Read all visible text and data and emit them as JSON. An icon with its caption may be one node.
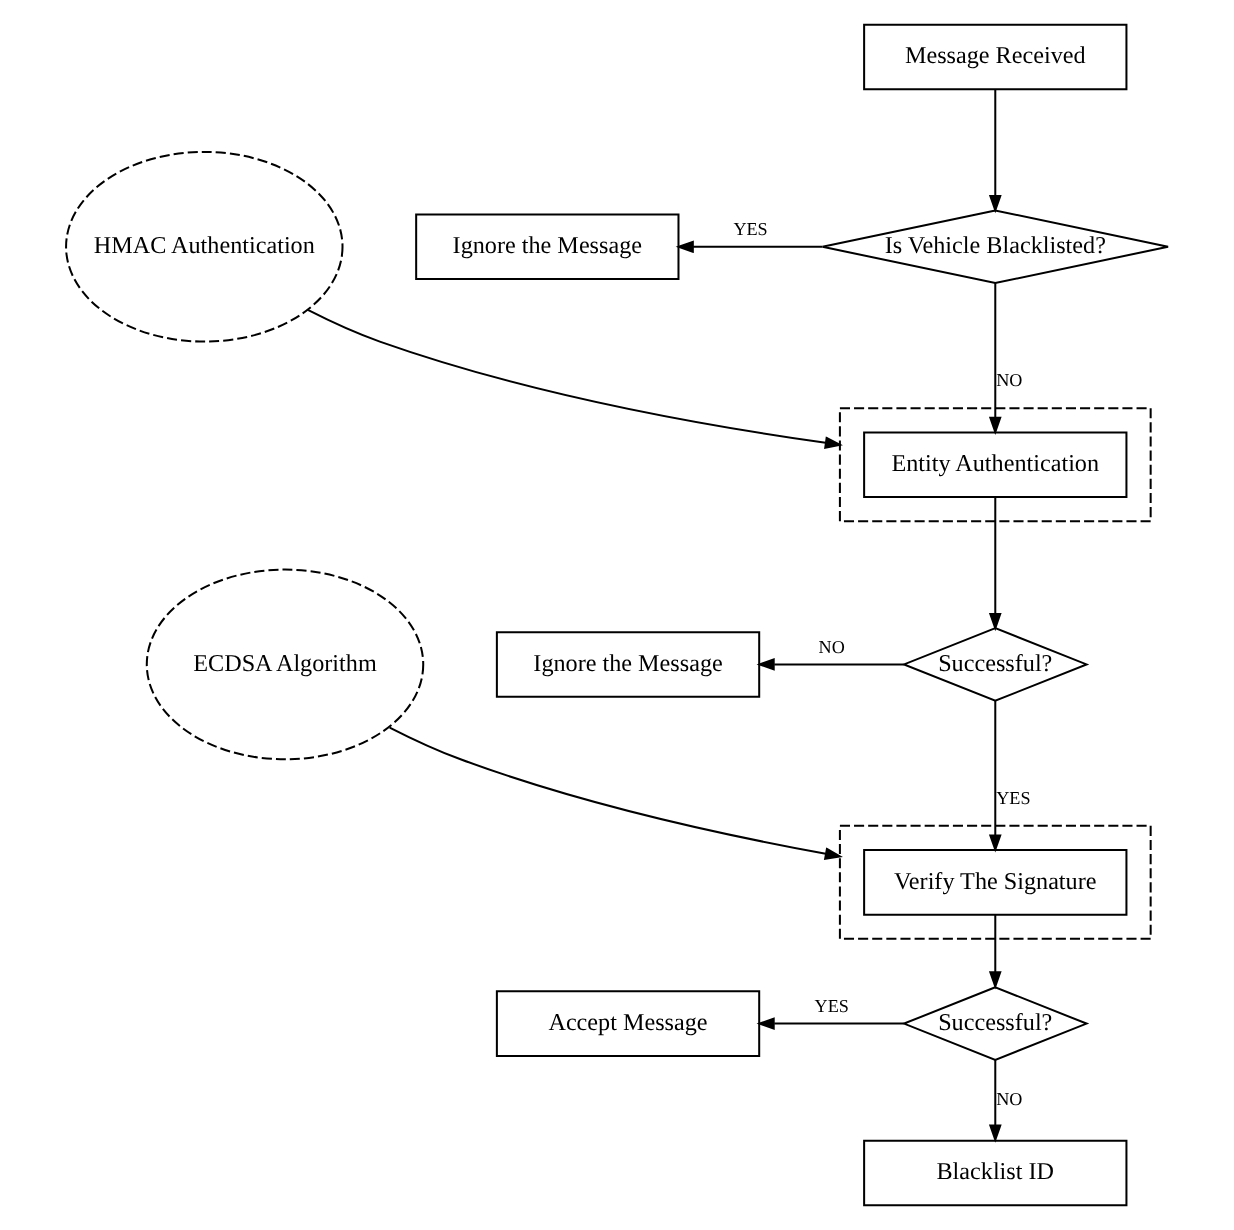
{
  "diagram": {
    "nodes": [
      {
        "text": [
          "Message Received"
        ]
      },
      {
        "text": [
          "Is Vehicle Blacklisted?"
        ]
      },
      {
        "text": [
          "Ignore the Message"
        ]
      },
      {
        "text": [],
        "shape": "box"
      },
      {
        "text": [
          "Entity Authentication"
        ],
        "in": 3
      },
      {
        "text": [
          "HMAC Authentication"
        ]
      },
      {
        "text": [
          "Successful?"
        ]
      },
      {
        "text": [
          "Ignore the Message"
        ]
      },
      {
        "text": [],
        "shape": "box"
      },
      {
        "text": [
          "Verify The Signature"
        ],
        "in": 8
      },
      {
        "text": [
          "ECDSA Algorithm"
        ]
      },
      {
        "text": [
          "Successful?"
        ]
      },
      {
        "text": [
          "Accept Message"
        ]
      },
      {
        "text": [
          "Blacklist ID"
        ]
      }
    ],
    "edges": [
      {
        "from": 0,
        "to": 1,
        "arrow": "to"
      },
      {
        "from": 1,
        "to": 2,
        "arrow": "to",
        "label": "YES"
      },
      {
        "from": 1,
        "to": 4,
        "arrow": "to",
        "label": "NO"
      },
      {
        "from": 5,
        "to": 3,
        "arrow": "to"
      },
      {
        "from": 4,
        "to": 6,
        "arrow": "to"
      },
      {
        "from": 6,
        "to": 7,
        "arrow": "to",
        "label": "NO"
      },
      {
        "from": 6,
        "to": 9,
        "arrow": "to",
        "label": "YES"
      },
      {
        "from": 10,
        "to": 8,
        "arrow": "to"
      },
      {
        "from": 9,
        "to": 11,
        "arrow": "to"
      },
      {
        "from": 11,
        "to": 12,
        "arrow": "to",
        "label": "YES"
      },
      {
        "from": 11,
        "to": 13,
        "arrow": "to",
        "label": "NO"
      }
    ]
  }
}
